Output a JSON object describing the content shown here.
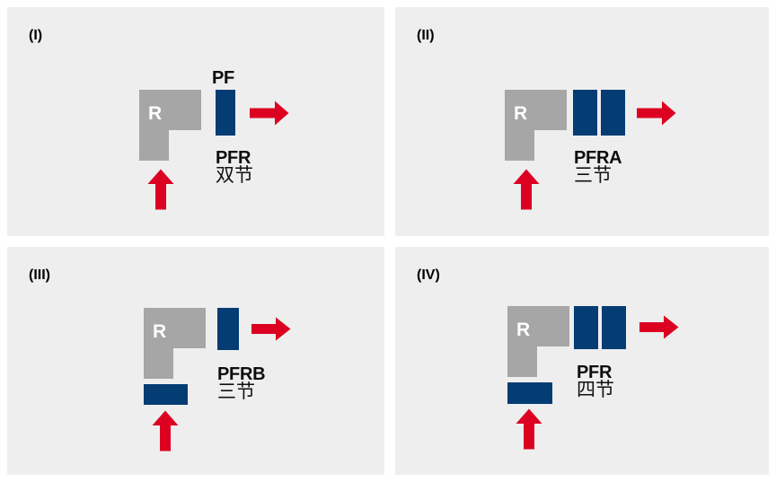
{
  "figure": {
    "background": "#ffffff",
    "panel_background": "#eeeeee",
    "colors": {
      "robot_gray": "#a6a6a6",
      "module_blue": "#043c74",
      "arrow_red": "#dc0021",
      "text_black": "#0d0d0d",
      "letter_white": "#ffffff"
    }
  },
  "panels": [
    {
      "id": "I",
      "label": "(I)",
      "robot_letter": "R",
      "top_code": "PF",
      "caption_code": "PFR",
      "caption_cn": "双节",
      "module_count": 1,
      "modules": [
        "vertical"
      ],
      "base_module": false,
      "arrows": [
        "right",
        "up"
      ]
    },
    {
      "id": "II",
      "label": "(II)",
      "robot_letter": "R",
      "top_code": "",
      "caption_code": "PFRA",
      "caption_cn": "三节",
      "module_count": 2,
      "modules": [
        "vertical",
        "vertical"
      ],
      "base_module": false,
      "arrows": [
        "right",
        "up"
      ]
    },
    {
      "id": "III",
      "label": "(III)",
      "robot_letter": "R",
      "top_code": "",
      "caption_code": "PFRB",
      "caption_cn": "三节",
      "module_count": 2,
      "modules": [
        "vertical",
        "horizontal-base"
      ],
      "base_module": true,
      "arrows": [
        "right",
        "up"
      ]
    },
    {
      "id": "IV",
      "label": "(IV)",
      "robot_letter": "R",
      "top_code": "",
      "caption_code": "PFR",
      "caption_cn": "四节",
      "module_count": 3,
      "modules": [
        "vertical",
        "vertical",
        "horizontal-base"
      ],
      "base_module": true,
      "arrows": [
        "right",
        "up"
      ]
    }
  ]
}
